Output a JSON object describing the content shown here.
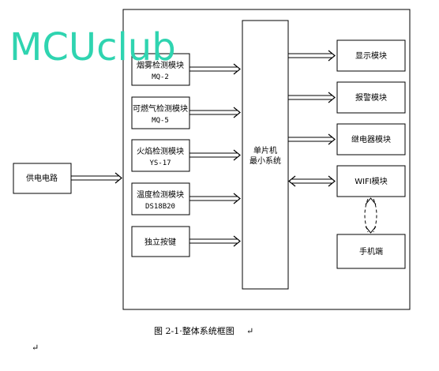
{
  "watermark": "MCUclub",
  "power_block": {
    "label": "供电电路"
  },
  "mcu": {
    "line1": "单片机",
    "line2": "最小系统"
  },
  "inputs": [
    {
      "line1": "烟雾检测模块",
      "line2": "MQ-2"
    },
    {
      "line1": "可燃气检测模块",
      "line2": "MQ-5"
    },
    {
      "line1": "火焰检测模块",
      "line2": "YS-17"
    },
    {
      "line1": "温度检测模块",
      "line2": "DS18B20"
    },
    {
      "line1": "独立按键",
      "line2": ""
    }
  ],
  "outputs": [
    {
      "label": "显示模块"
    },
    {
      "label": "报警模块"
    },
    {
      "label": "继电器模块"
    },
    {
      "label": "WIFI模块"
    },
    {
      "label": "手机端"
    }
  ],
  "caption": "图 2-1·整体系统框图",
  "colors": {
    "watermark": "#2fd4b0",
    "line": "#000000"
  }
}
